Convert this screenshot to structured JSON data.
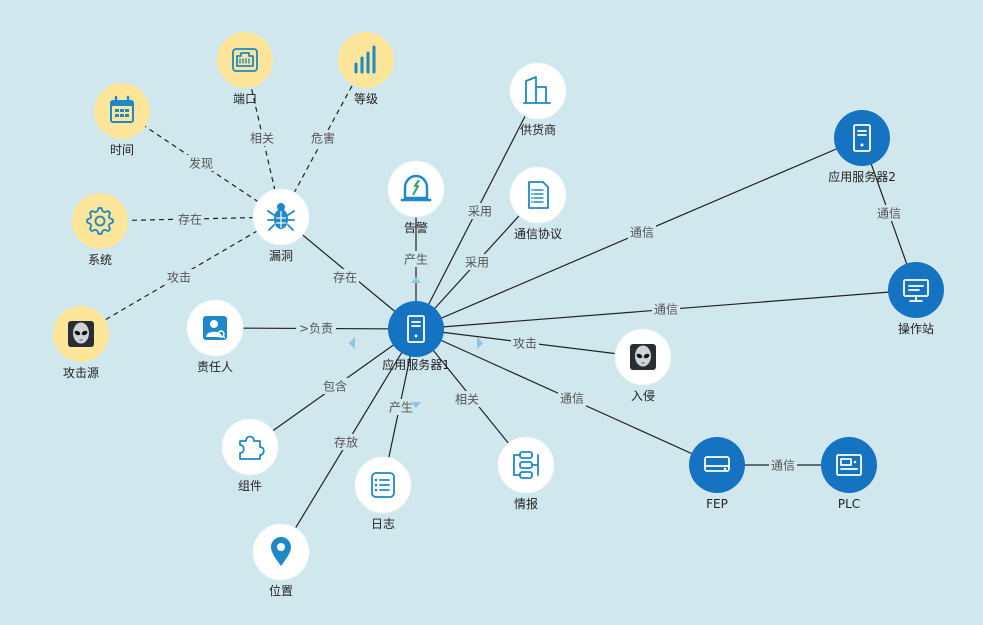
{
  "colors": {
    "background": "#d1e7ee",
    "yellow_node": "#fde59a",
    "white_node": "#ffffff",
    "blue_node": "#1573c2",
    "icon_blue": "#1e88c8",
    "edge": "#222222"
  },
  "nodes": [
    {
      "id": "server1",
      "label": "应用服务器1",
      "style": "blue",
      "icon": "server-icon"
    },
    {
      "id": "vuln",
      "label": "漏洞",
      "style": "white",
      "icon": "bug-icon"
    },
    {
      "id": "port",
      "label": "端口",
      "style": "yellow",
      "icon": "port-icon"
    },
    {
      "id": "level",
      "label": "等级",
      "style": "yellow",
      "icon": "signal-bars-icon"
    },
    {
      "id": "time",
      "label": "时间",
      "style": "yellow",
      "icon": "calendar-icon"
    },
    {
      "id": "system",
      "label": "系统",
      "style": "yellow",
      "icon": "gear-icon"
    },
    {
      "id": "attacker",
      "label": "攻击源",
      "style": "yellow",
      "icon": "alien-icon"
    },
    {
      "id": "owner",
      "label": "责任人",
      "style": "white",
      "icon": "person-icon"
    },
    {
      "id": "component",
      "label": "组件",
      "style": "white",
      "icon": "puzzle-icon"
    },
    {
      "id": "location",
      "label": "位置",
      "style": "white",
      "icon": "location-pin-icon"
    },
    {
      "id": "log",
      "label": "日志",
      "style": "white",
      "icon": "log-icon"
    },
    {
      "id": "intel",
      "label": "情报",
      "style": "white",
      "icon": "database-icon"
    },
    {
      "id": "intrusion",
      "label": "入侵",
      "style": "white",
      "icon": "alien-icon"
    },
    {
      "id": "alarm",
      "label": "告警",
      "style": "white",
      "icon": "alarm-icon"
    },
    {
      "id": "supplier",
      "label": "供货商",
      "style": "white",
      "icon": "building-icon"
    },
    {
      "id": "protocol",
      "label": "通信协议",
      "style": "white",
      "icon": "document-icon"
    },
    {
      "id": "server2",
      "label": "应用服务器2",
      "style": "blue",
      "icon": "server-icon"
    },
    {
      "id": "station",
      "label": "操作站",
      "style": "blue",
      "icon": "monitor-icon"
    },
    {
      "id": "fep",
      "label": "FEP",
      "style": "blue",
      "icon": "disk-icon"
    },
    {
      "id": "plc",
      "label": "PLC",
      "style": "blue",
      "icon": "plc-icon"
    }
  ],
  "edges": [
    {
      "from": "vuln",
      "to": "port",
      "label": "相关",
      "dashed": true
    },
    {
      "from": "vuln",
      "to": "level",
      "label": "危害",
      "dashed": true
    },
    {
      "from": "vuln",
      "to": "time",
      "label": "发现",
      "dashed": true
    },
    {
      "from": "vuln",
      "to": "system",
      "label": "存在",
      "dashed": true
    },
    {
      "from": "vuln",
      "to": "attacker",
      "label": "攻击",
      "dashed": true
    },
    {
      "from": "vuln",
      "to": "server1",
      "label": "存在",
      "dashed": false
    },
    {
      "from": "owner",
      "to": "server1",
      "label": ">负责",
      "dashed": false
    },
    {
      "from": "server1",
      "to": "component",
      "label": "包含",
      "dashed": false
    },
    {
      "from": "server1",
      "to": "location",
      "label": "存放",
      "dashed": false
    },
    {
      "from": "server1",
      "to": "log",
      "label": "产生",
      "dashed": false
    },
    {
      "from": "server1",
      "to": "intel",
      "label": "相关",
      "dashed": false
    },
    {
      "from": "server1",
      "to": "intrusion",
      "label": "攻击",
      "dashed": false
    },
    {
      "from": "server1",
      "to": "alarm",
      "label": "产生",
      "dashed": false
    },
    {
      "from": "server1",
      "to": "supplier",
      "label": "采用",
      "dashed": false
    },
    {
      "from": "server1",
      "to": "protocol",
      "label": "采用",
      "dashed": false
    },
    {
      "from": "server1",
      "to": "server2",
      "label": "通信",
      "dashed": false
    },
    {
      "from": "server1",
      "to": "station",
      "label": "通信",
      "dashed": false
    },
    {
      "from": "server1",
      "to": "fep",
      "label": "通信",
      "dashed": false
    },
    {
      "from": "server2",
      "to": "station",
      "label": "通信",
      "dashed": false
    },
    {
      "from": "fep",
      "to": "plc",
      "label": "通信",
      "dashed": false
    }
  ]
}
